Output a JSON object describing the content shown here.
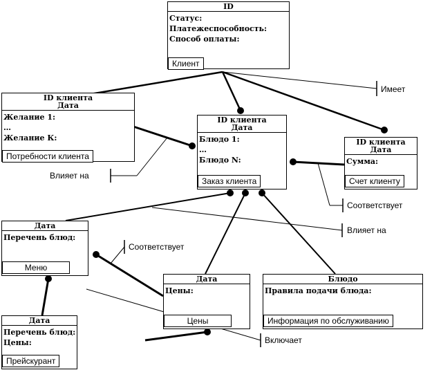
{
  "entities": {
    "client": {
      "header": [
        "ID"
      ],
      "attrs": [
        "Статус:",
        "Платежеспособность:",
        "Способ оплаты:"
      ],
      "name": "Клиент"
    },
    "needs": {
      "header": [
        "ID клиента",
        "Дата"
      ],
      "attrs": [
        "Желание 1:",
        "…",
        "Желание К:"
      ],
      "name": "Потребности клиента"
    },
    "order": {
      "header": [
        "ID клиента",
        "Дата"
      ],
      "attrs": [
        "Блюдо 1:",
        "…",
        "Блюдо N:"
      ],
      "name": "Заказ клиента"
    },
    "bill": {
      "header": [
        "ID клиента",
        "Дата"
      ],
      "attrs": [
        "Сумма:"
      ],
      "name": "Счет клиенту"
    },
    "menu": {
      "header": [
        "Дата"
      ],
      "attrs": [
        "Перечень блюд:"
      ],
      "name": "Меню"
    },
    "prices": {
      "header": [
        "Дата"
      ],
      "attrs": [
        "Цены:"
      ],
      "name": "Цены"
    },
    "dish": {
      "header": [
        "Блюдо"
      ],
      "attrs": [
        "Правила подачи блюда:"
      ],
      "name": "Информация по обслуживанию"
    },
    "pricelist": {
      "header": [
        "Дата"
      ],
      "attrs": [
        "Перечень блюд:",
        "Цены:"
      ],
      "name": "Прейскурант"
    }
  },
  "relations": {
    "has": "Имеет",
    "influences_1": "Влияет на",
    "corresponds_1": "Соответствует",
    "influences_2": "Влияет на",
    "corresponds_2": "Соответствует",
    "includes": "Включает"
  }
}
